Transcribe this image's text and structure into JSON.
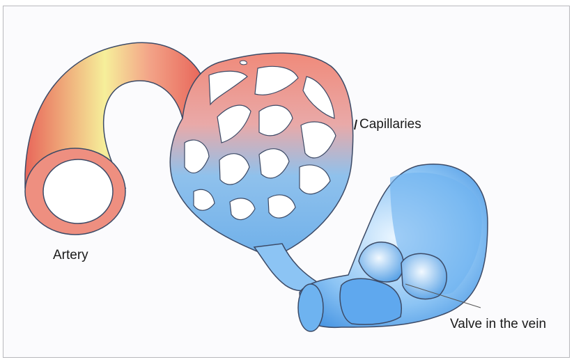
{
  "diagram": {
    "labels": {
      "artery": "Artery",
      "capillaries": "Capillaries",
      "valve": "Valve in the vein"
    },
    "colors": {
      "artery_dark": "#e8665a",
      "artery_light": "#f6ef9a",
      "vein_dark": "#4a9be6",
      "vein_light": "#d4ecff",
      "outline": "#3c4a66",
      "background": "#fbfbfd"
    }
  }
}
